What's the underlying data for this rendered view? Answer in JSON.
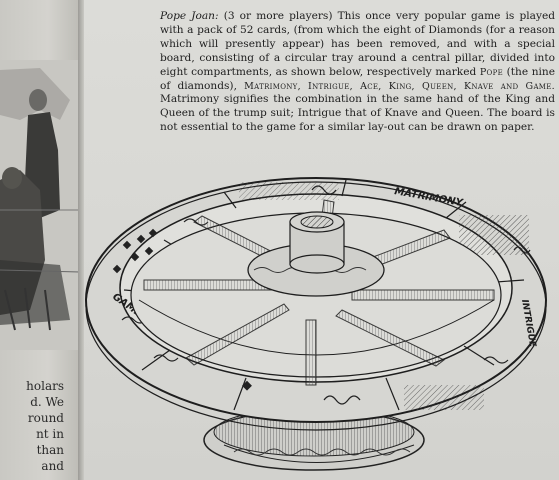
{
  "article": {
    "lead": "Pope Joan:",
    "p1": " (3 or more players) This once very popular game is played with a pack of 52 cards, (from which the eight of Diamonds (for a reason which will presently appear) has been removed, and with a special board, consisting of a circular tray around a central pillar, divided into eight compartments, as shown below, respectively marked ",
    "pope": "Pope",
    "p2": " (the nine of diamonds), ",
    "marked": "Matrimony, Intrigue, Ace, King, Queen, Knave and Game.",
    "p3": " Matrimony signifies the combination in the same hand of the King and Queen of the trump suit; Intrigue that of Knave and Queen. The board is not essential to the game for a similar lay-out can be drawn on paper."
  },
  "board_labels": {
    "matrimony": "MATRIMONY",
    "game": "GAME",
    "intrigue": "INTRIGUE"
  },
  "left_page": {
    "lines": [
      "holars",
      "d. We",
      "round",
      "nt in",
      "than",
      "and"
    ]
  }
}
